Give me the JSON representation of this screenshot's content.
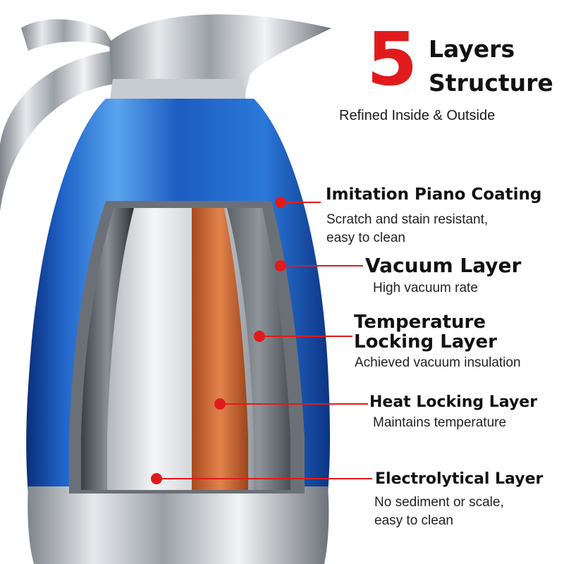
{
  "headline": {
    "number": "5",
    "line1": "Layers",
    "line2": "Structure"
  },
  "tagline": "Refined Inside & Outside",
  "colors": {
    "accent_red": "#e11b1b",
    "body_blue": "#1f63c8",
    "steel_silver": "#c9cdd3",
    "copper_layer": "#d2703c"
  },
  "features": [
    {
      "title": "Imitation Piano Coating",
      "description_lines": [
        "Scratch and stain resistant,",
        "easy to clean"
      ]
    },
    {
      "title": "Vacuum Layer",
      "description_lines": [
        "High vacuum rate"
      ]
    },
    {
      "title_lines": [
        "Temperature",
        "Locking Layer"
      ],
      "description_lines": [
        "Achieved vacuum insulation"
      ]
    },
    {
      "title": "Heat Locking Layer",
      "description_lines": [
        "Maintains temperature"
      ]
    },
    {
      "title": "Electrolytical Layer",
      "description_lines": [
        "No sediment or scale,",
        "easy to clean"
      ]
    }
  ]
}
